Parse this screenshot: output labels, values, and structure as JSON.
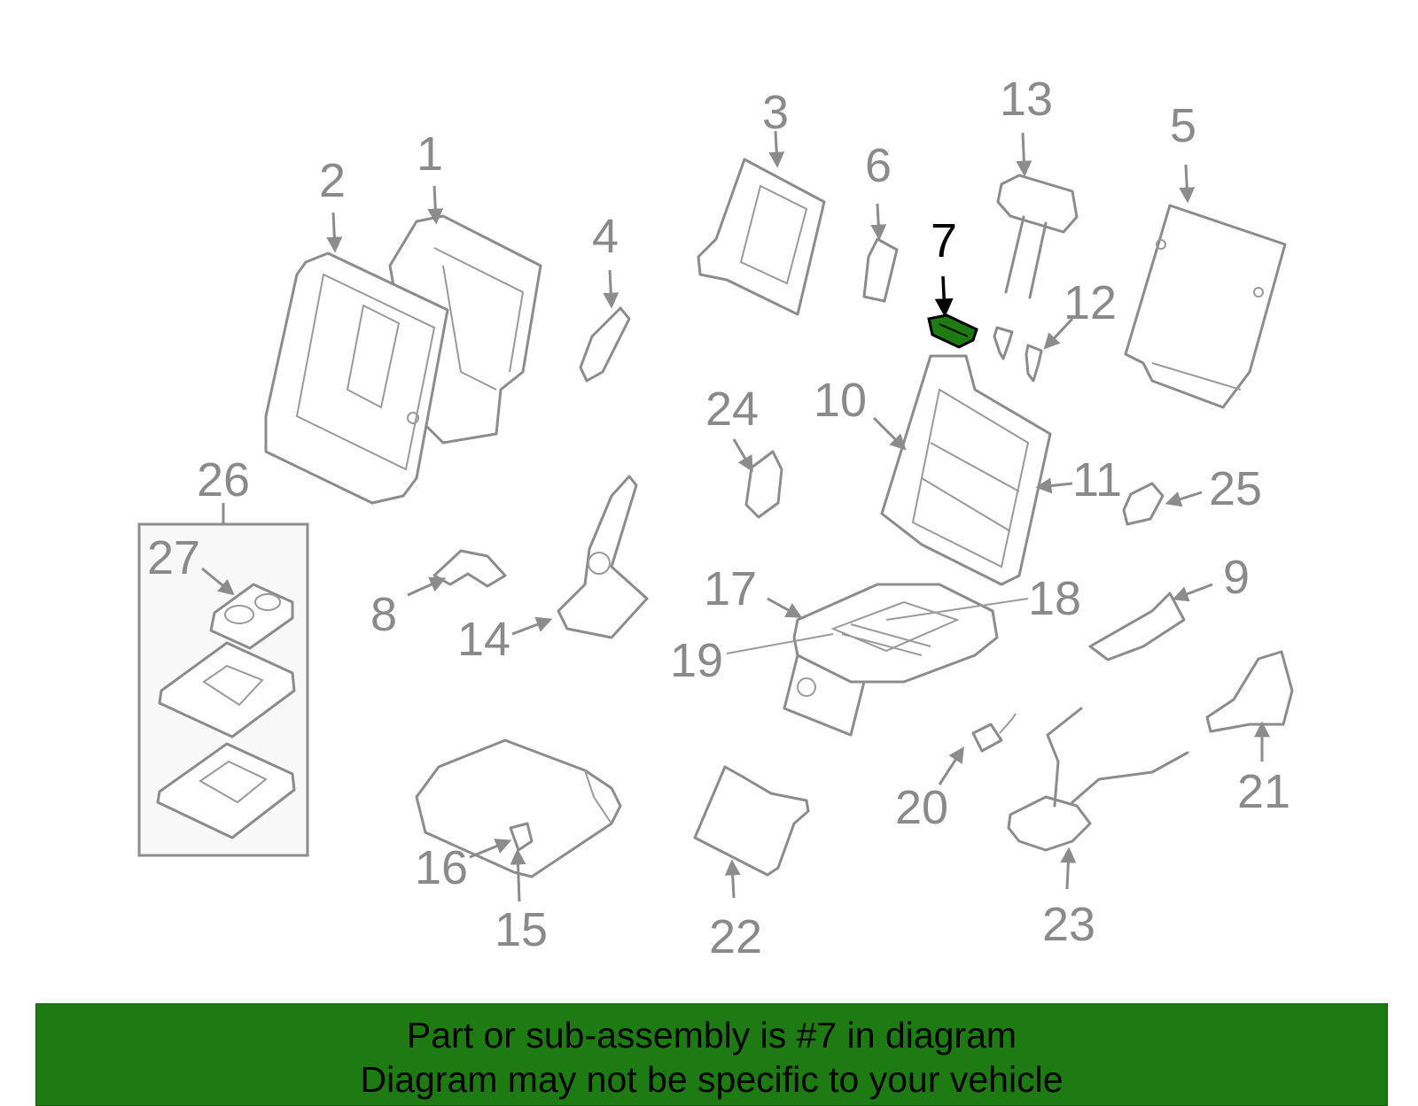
{
  "diagram": {
    "highlighted_part": "7",
    "colors": {
      "parts": "#8c8c8c",
      "highlight": "#1e7a12",
      "banner": "#1e7a12",
      "labels": "#8a8a8a",
      "highlight_label": "#000000"
    },
    "labels": {
      "p1": "1",
      "p2": "2",
      "p3": "3",
      "p4": "4",
      "p5": "5",
      "p6": "6",
      "p7": "7",
      "p8": "8",
      "p9": "9",
      "p10": "10",
      "p11": "11",
      "p12": "12",
      "p13": "13",
      "p14": "14",
      "p15": "15",
      "p16": "16",
      "p17": "17",
      "p18": "18",
      "p19": "19",
      "p20": "20",
      "p21": "21",
      "p22": "22",
      "p23": "23",
      "p24": "24",
      "p25": "25",
      "p26": "26",
      "p27": "27"
    }
  },
  "banner": {
    "line1": "Part or sub-assembly is #7 in diagram",
    "line2": "Diagram may not be specific to your vehicle"
  }
}
